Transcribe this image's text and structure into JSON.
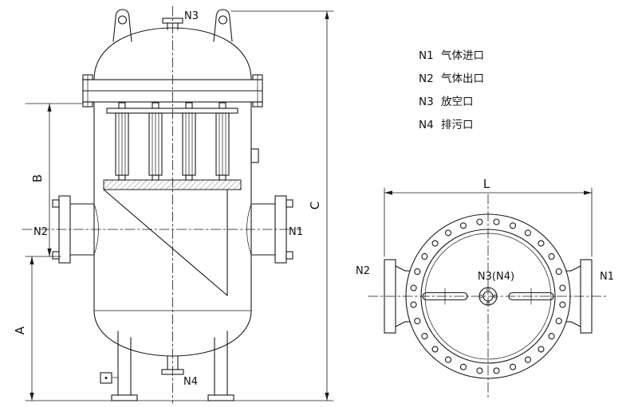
{
  "legend": {
    "items": [
      {
        "tag": "N1",
        "desc": "气体进口"
      },
      {
        "tag": "N2",
        "desc": "气体出口"
      },
      {
        "tag": "N3",
        "desc": "放空口"
      },
      {
        "tag": "N4",
        "desc": "排污口"
      }
    ]
  },
  "front_view": {
    "labels": {
      "top_nozzle": "N3",
      "left_nozzle": "N2",
      "right_nozzle": "N1",
      "bottom_nozzle": "N4"
    },
    "dimensions": {
      "a": "A",
      "b": "B",
      "c": "C"
    }
  },
  "plan_view": {
    "labels": {
      "left_nozzle": "N2",
      "right_nozzle": "N1",
      "center_nozzle": "N3(N4)"
    },
    "dimensions": {
      "l": "L"
    }
  },
  "colors": {
    "line": "#1a1a1a",
    "background": "#ffffff"
  }
}
